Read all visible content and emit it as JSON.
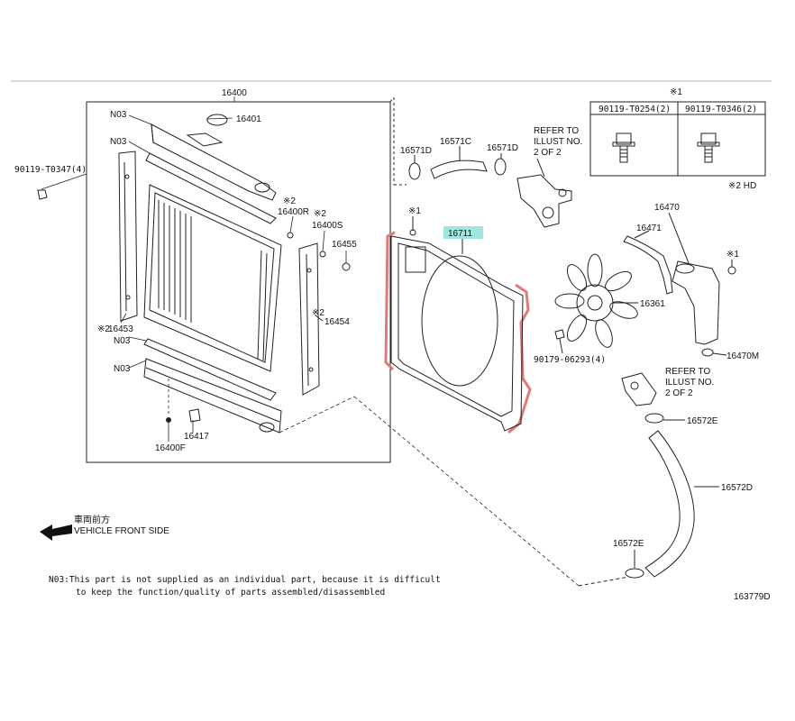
{
  "labels": {
    "assy": "16400",
    "cap": "16401",
    "no3_a": "N03",
    "no3_b": "N03",
    "no3_c": "N03",
    "no3_d": "N03",
    "bolt_left": "90119-T0347(4)",
    "r_16400r": "16400R",
    "r_16400s": "16400S",
    "r_16455": "16455",
    "r_16453": "16453",
    "r_16454": "16454",
    "r_16417": "16417",
    "r_16400f": "16400F",
    "mark_16400r": "※2",
    "mark_16400s": "※2",
    "mark_16453": "※2",
    "mark_16454": "※2",
    "h_16571d_l": "16571D",
    "h_16571c": "16571C",
    "h_16571d_r": "16571D",
    "refer1_l1": "REFER TO",
    "refer1_l2": "ILLUST NO.",
    "refer1_l3": "2 OF 2",
    "shroud_mark": "※1",
    "shroud": "16711",
    "fan": "16361",
    "fan_nut": "90179-06293(4)",
    "res": "16470",
    "res_hose": "16471",
    "res_mark": "※1",
    "res_cap": "16470M",
    "refer2_l1": "REFER TO",
    "refer2_l2": "ILLUST NO.",
    "refer2_l3": "2 OF 2",
    "h_16572e_top": "16572E",
    "h_16572d": "16572D",
    "h_16572e_bot": "16572E",
    "front_jp": "車両前方",
    "front_en": "VEHICLE FRONT SIDE",
    "note_l1": "N03:This part is not supplied as an individual part, because it is difficult",
    "note_l2": "to keep the function/quality of parts assembled/disassembled",
    "drawing_no": "163779D"
  },
  "bolt_table": {
    "mark": "※1",
    "col1": "90119-T0254(2)",
    "col2": "90119-T0346(2)",
    "footer": "※2 HD"
  },
  "colors": {
    "line": "#222222",
    "highlight_fill": "#9fe6e0",
    "highlight_outline": "#e07a7a"
  }
}
